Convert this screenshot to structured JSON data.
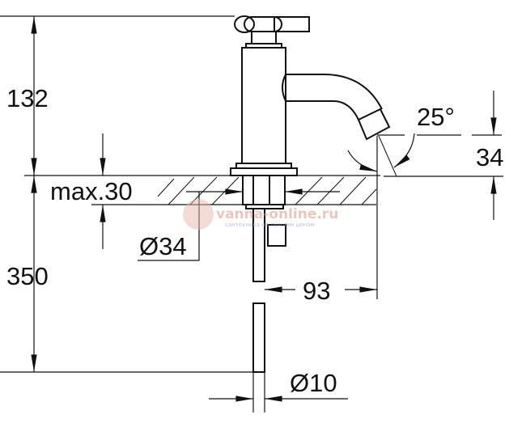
{
  "dimensions": {
    "height_above": "132",
    "height_below": "350",
    "max_thickness": "max.30",
    "hole_diameter": "Ø34",
    "spout_reach": "93",
    "spout_angle": "25°",
    "spout_height": "34",
    "pipe_diameter": "Ø10"
  },
  "watermark": {
    "brand": "vanna-online.ru",
    "tagline": "сантехника по лучшим ценам"
  },
  "colors": {
    "line": "#111111",
    "watermark": "#d99a8a"
  }
}
